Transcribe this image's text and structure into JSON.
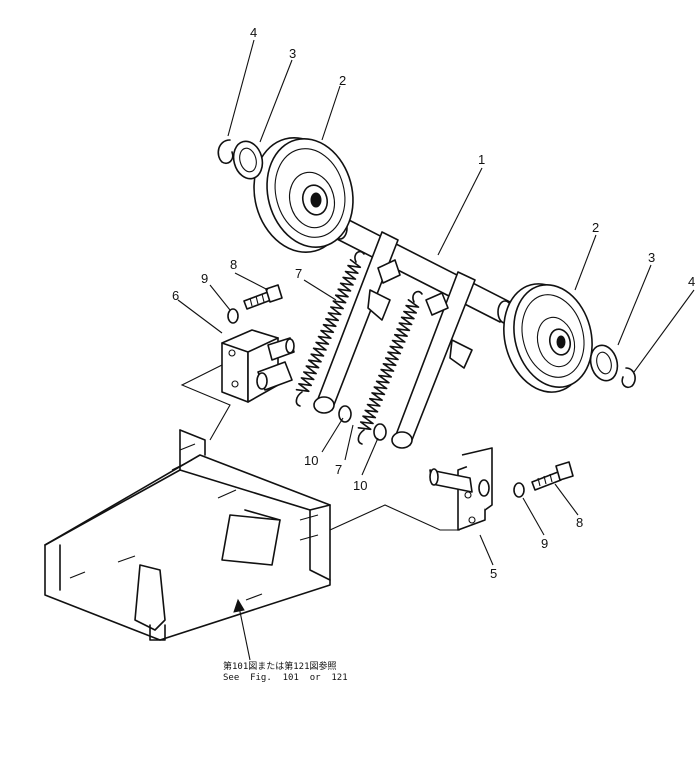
{
  "callouts": {
    "c1": "1",
    "c2a": "2",
    "c2b": "2",
    "c3a": "3",
    "c3b": "3",
    "c4a": "4",
    "c4b": "4",
    "c5": "5",
    "c6": "6",
    "c7a": "7",
    "c7b": "7",
    "c8a": "8",
    "c8b": "8",
    "c9a": "9",
    "c9b": "9",
    "c10a": "10",
    "c10b": "10"
  },
  "reference_note": {
    "japanese": "第101図または第121図参照",
    "english": "See  Fig.  101  or  121"
  }
}
